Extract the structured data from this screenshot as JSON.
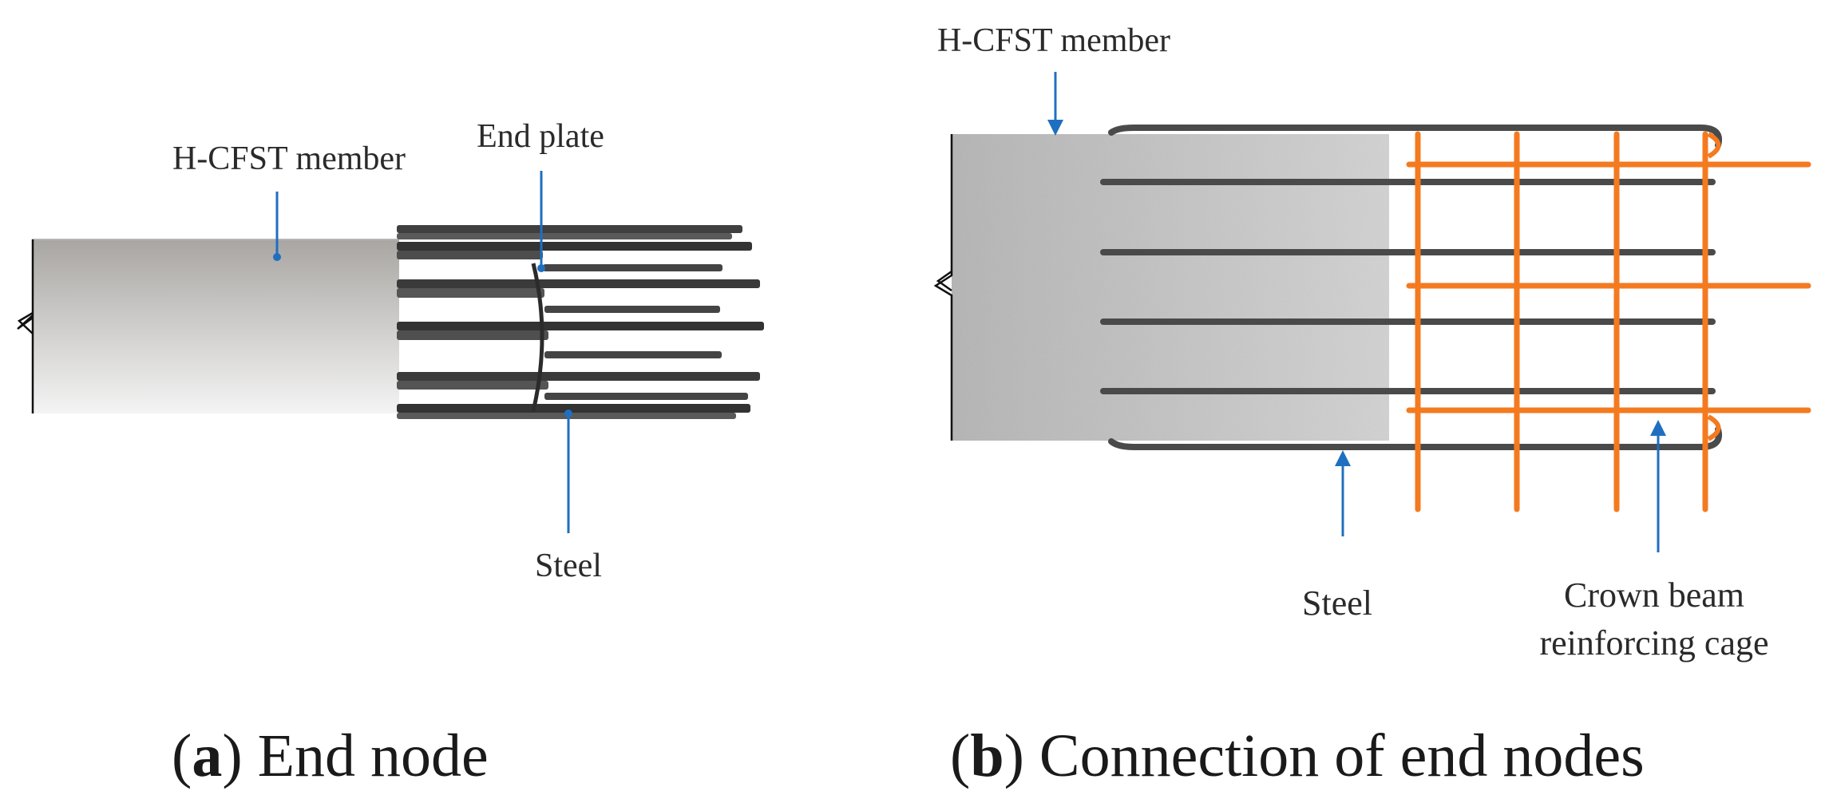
{
  "colors": {
    "leader": "#1f6fc0",
    "cage": "#f47a20",
    "steel": "#4a4a4a",
    "member_light": "#d8d8d8",
    "member_dark": "#a9a6a3"
  },
  "panel_a": {
    "label_member": "H-CFST member",
    "label_end_plate": "End plate",
    "label_steel": "Steel",
    "caption_letter": "a",
    "caption_text": " End node"
  },
  "panel_b": {
    "label_member": "H-CFST member",
    "label_steel": "Steel",
    "label_cage_line1": "Crown beam",
    "label_cage_line2": "reinforcing cage",
    "caption_letter": "b",
    "caption_text": " Connection of end nodes"
  },
  "caption_open": "(",
  "caption_close": ")"
}
